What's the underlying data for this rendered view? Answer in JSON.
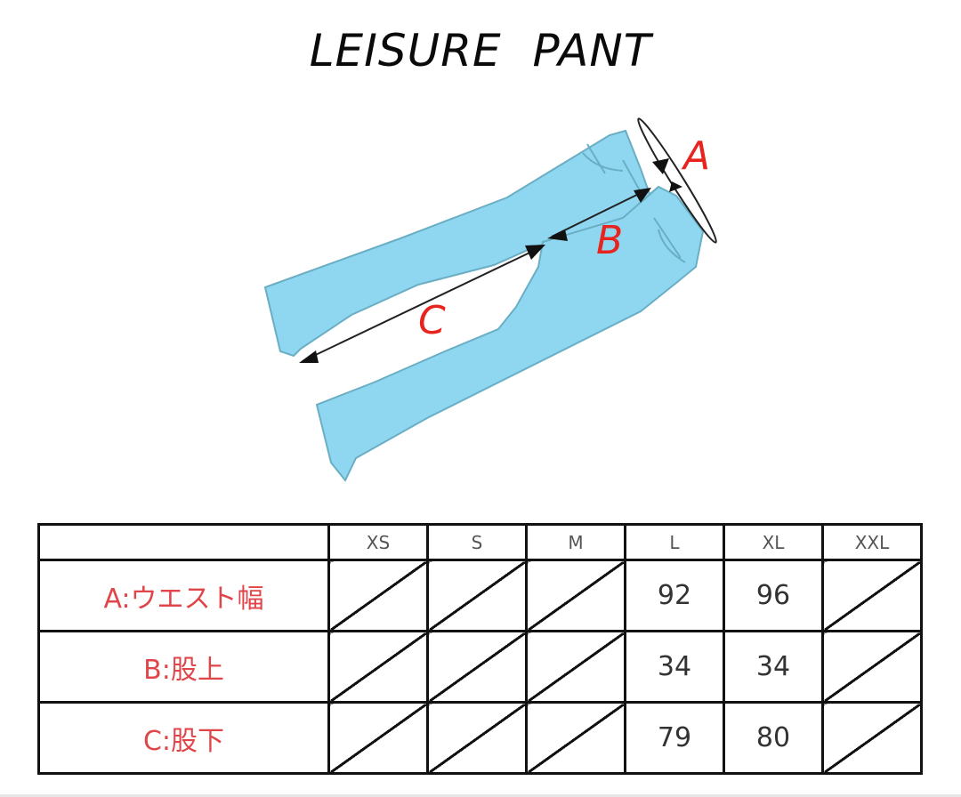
{
  "title": "LEISURE  PANT",
  "diagram": {
    "garment": "jeans",
    "fill_color": "#8fd7f0",
    "outline_color": "#6aaec4",
    "labels": {
      "a": "A",
      "b": "B",
      "c": "C"
    },
    "label_color": "#e8241f"
  },
  "table": {
    "sizes": [
      "XS",
      "S",
      "M",
      "L",
      "XL",
      "XXL"
    ],
    "rows": [
      {
        "label": "A:ウエスト幅",
        "values": [
          "",
          "",
          "",
          "92",
          "96",
          ""
        ]
      },
      {
        "label": "B:股上",
        "values": [
          "",
          "",
          "",
          "34",
          "34",
          ""
        ]
      },
      {
        "label": "C:股下",
        "values": [
          "",
          "",
          "",
          "79",
          "80",
          ""
        ]
      }
    ],
    "unavailable_marker": "diagonal-slash"
  }
}
